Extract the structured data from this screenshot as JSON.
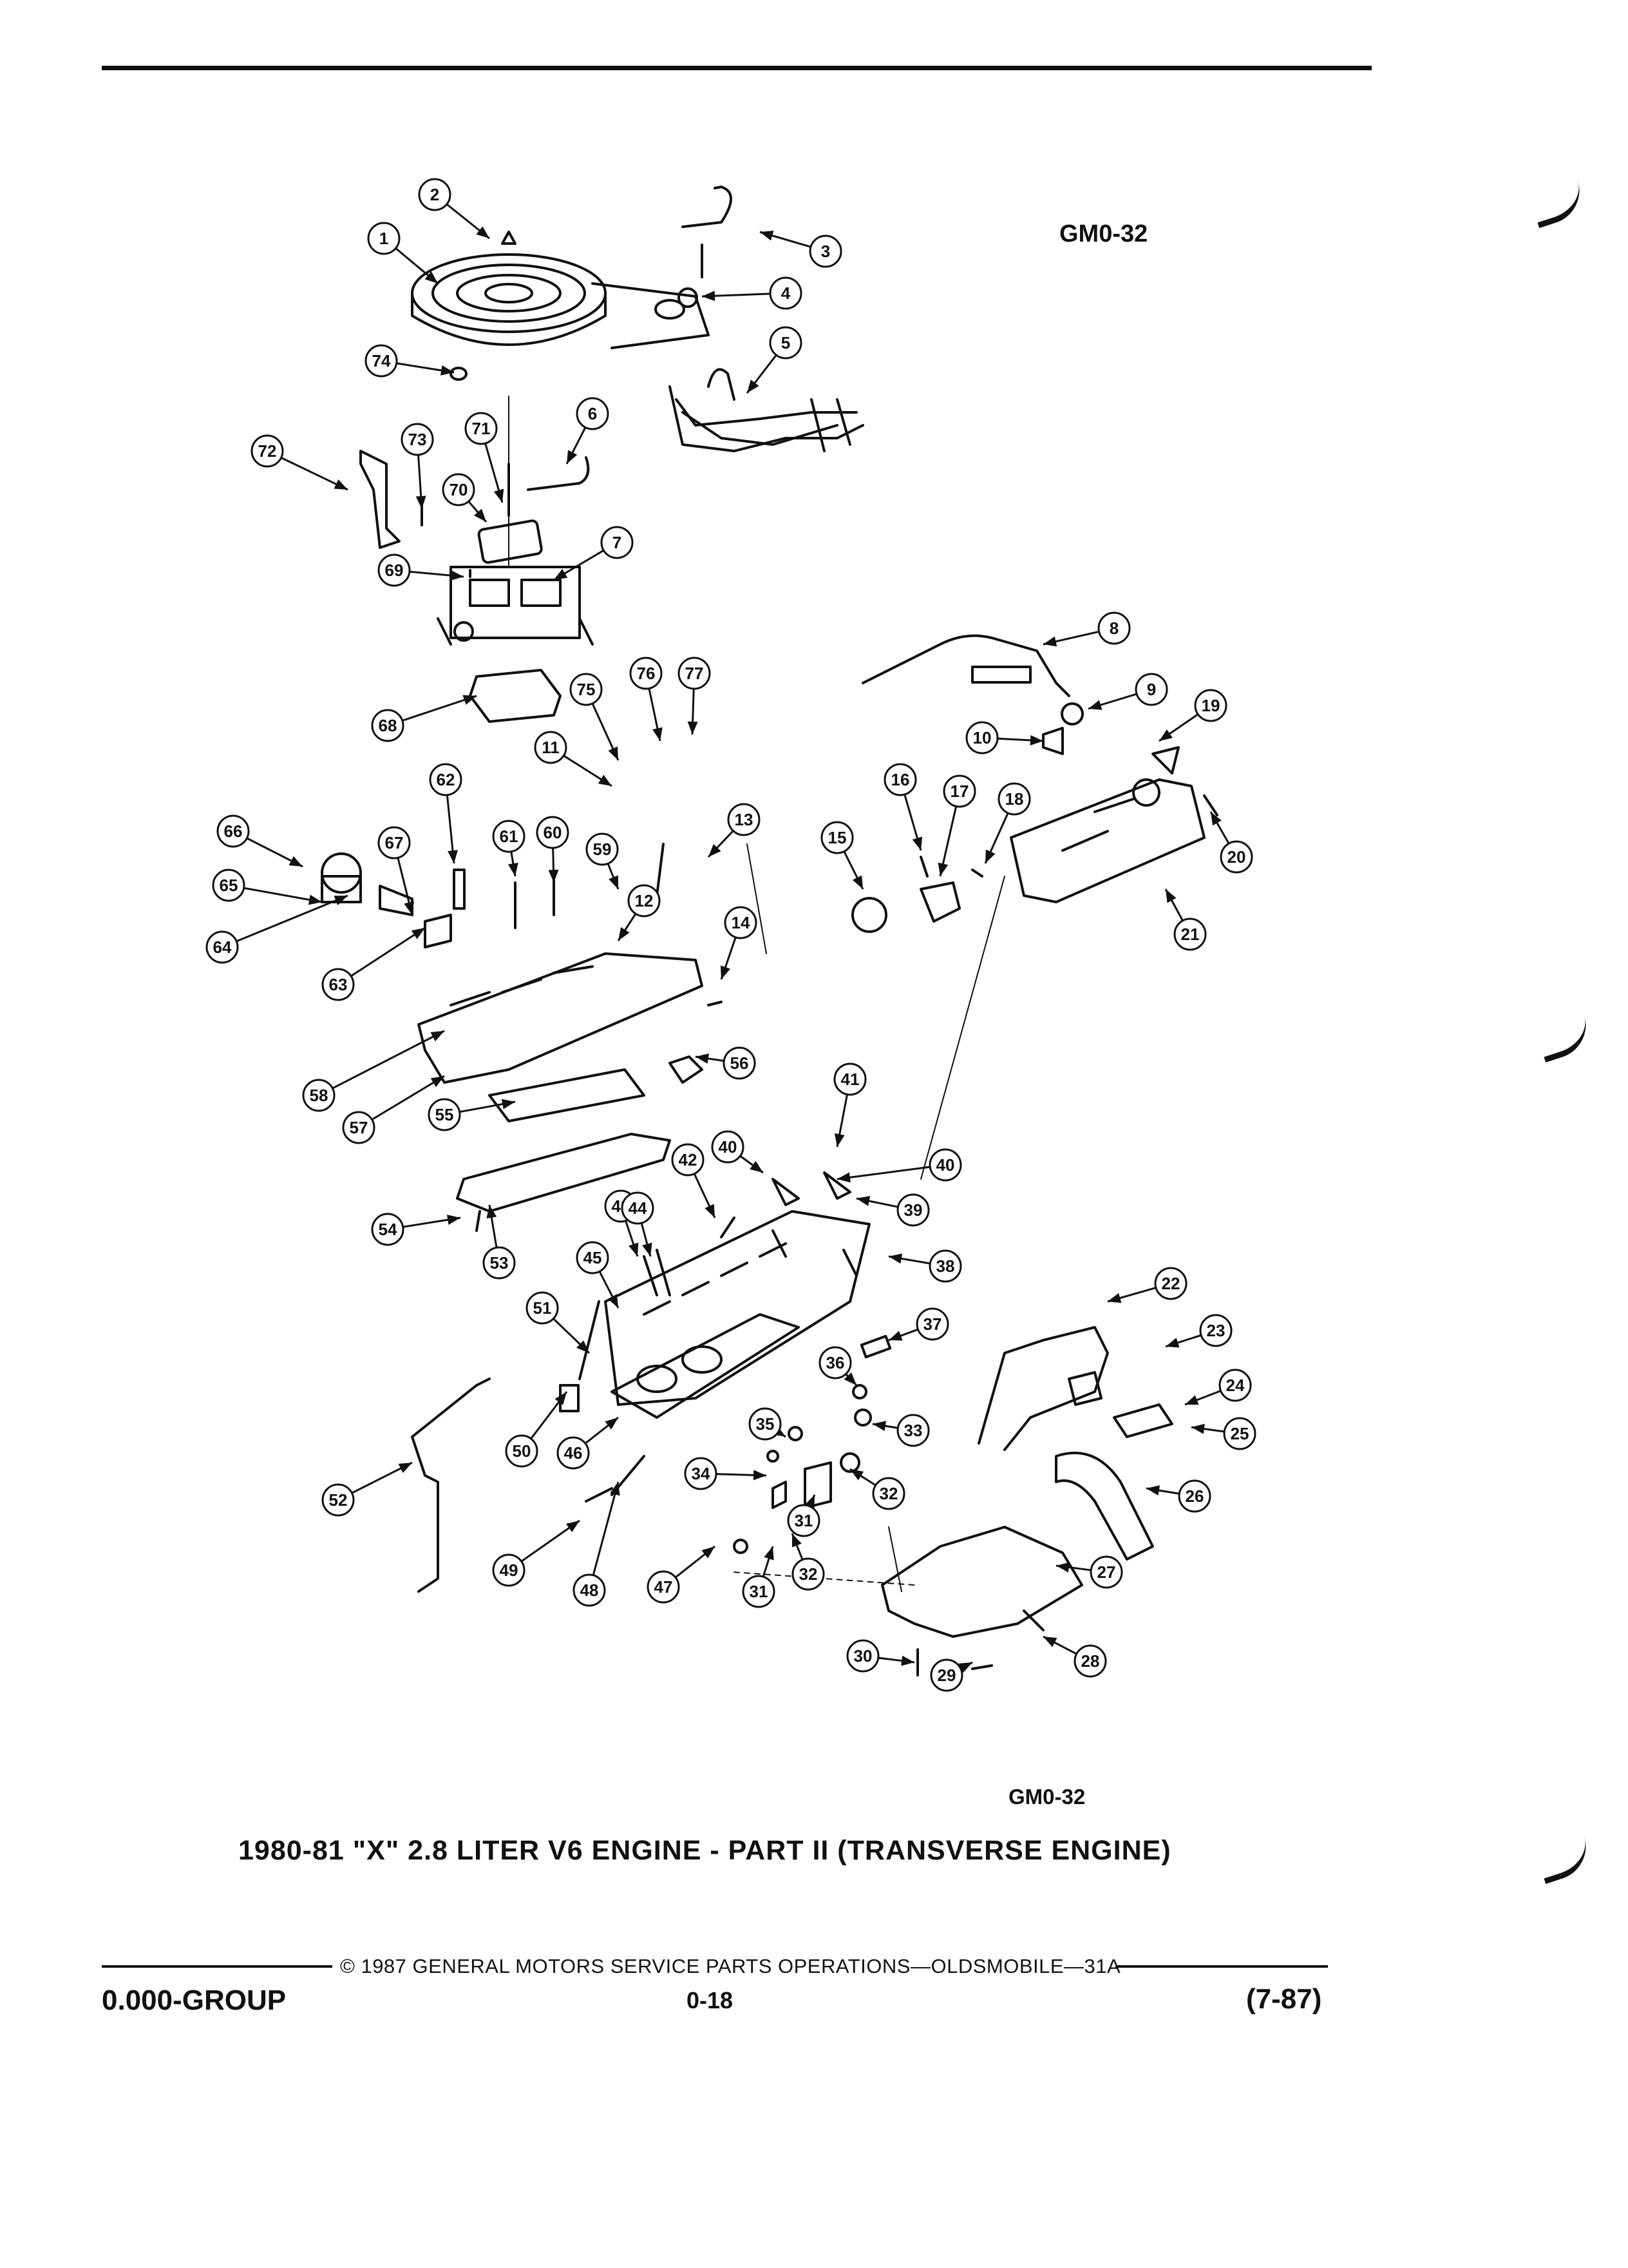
{
  "figure_code_top": "GM0-32",
  "figure_code_bottom": "GM0-32",
  "caption": "1980-81 \"X\" 2.8 LITER V6 ENGINE - PART II (TRANSVERSE ENGINE)",
  "footer": {
    "copyright": "© 1987 GENERAL MOTORS SERVICE PARTS OPERATIONS—OLDSMOBILE—31A",
    "group": "0.000-GROUP",
    "page": "0-18",
    "date": "(7-87)"
  },
  "callouts": [
    "1",
    "2",
    "3",
    "4",
    "5",
    "6",
    "7",
    "8",
    "9",
    "10",
    "11",
    "12",
    "13",
    "14",
    "15",
    "16",
    "17",
    "18",
    "19",
    "20",
    "21",
    "22",
    "23",
    "24",
    "25",
    "26",
    "27",
    "28",
    "29",
    "30",
    "31",
    "31",
    "32",
    "32",
    "33",
    "34",
    "35",
    "36",
    "37",
    "38",
    "39",
    "40",
    "40",
    "41",
    "42",
    "43",
    "44",
    "45",
    "46",
    "47",
    "48",
    "49",
    "50",
    "51",
    "52",
    "53",
    "54",
    "55",
    "56",
    "57",
    "58",
    "59",
    "60",
    "61",
    "62",
    "63",
    "64",
    "65",
    "66",
    "67",
    "68",
    "69",
    "70",
    "71",
    "72",
    "73",
    "74",
    "75",
    "76",
    "77"
  ]
}
